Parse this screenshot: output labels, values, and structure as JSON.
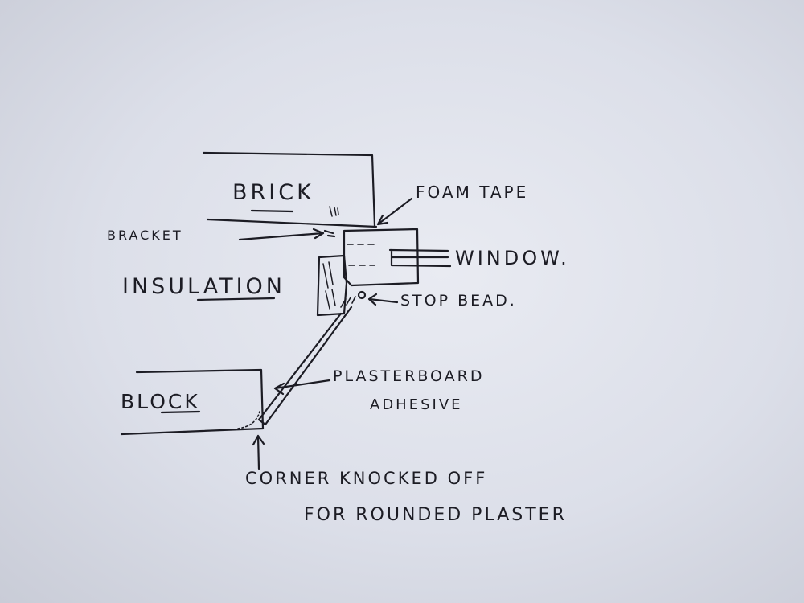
{
  "labels": {
    "brick": "BRICK",
    "bracket": "BRACKET",
    "insulation": "INSULATION",
    "foam_tape": "FOAM TAPE",
    "window": "WINDOW.",
    "stop_bead": "STOP BEAD.",
    "plasterboard": "PLASTERBOARD",
    "adhesive": "ADHESIVE",
    "block": "BLOCK",
    "corner_knocked_off": "CORNER KNOCKED OFF",
    "for_rounded_plaster": "FOR ROUNDED PLASTER"
  },
  "colors": {
    "paper": "#dfe1ea",
    "ink": "#1c1c24"
  }
}
